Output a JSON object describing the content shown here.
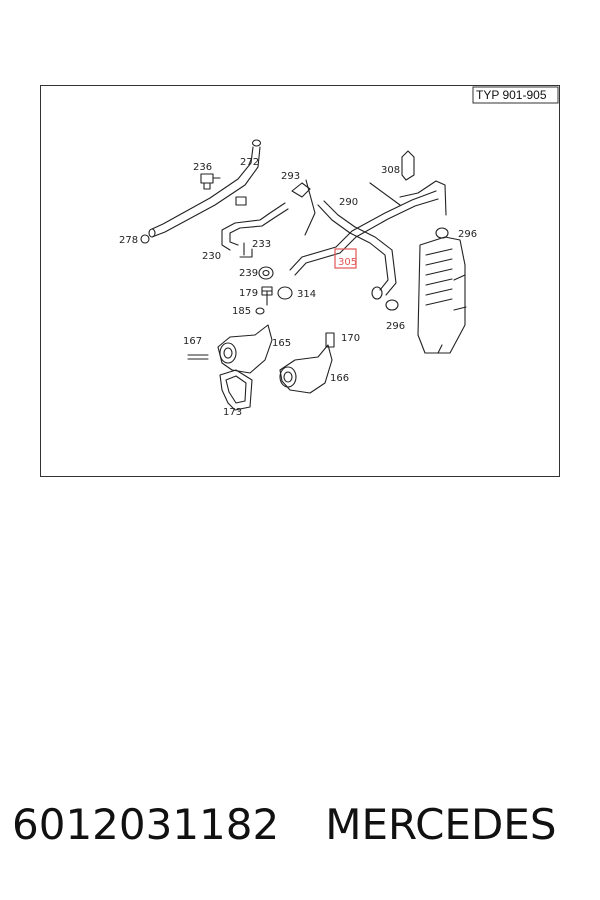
{
  "diagram": {
    "type_label": "TYP 901-905",
    "highlighted_part": "305",
    "callouts": [
      "236",
      "272",
      "293",
      "308",
      "290",
      "278",
      "230",
      "233",
      "296",
      "239",
      "305",
      "179",
      "314",
      "185",
      "296",
      "167",
      "165",
      "170",
      "166",
      "173"
    ],
    "colors": {
      "highlight": "#e35555",
      "line": "#222222"
    }
  },
  "footer": {
    "part_number": "6012031182",
    "brand": "MERCEDES"
  }
}
